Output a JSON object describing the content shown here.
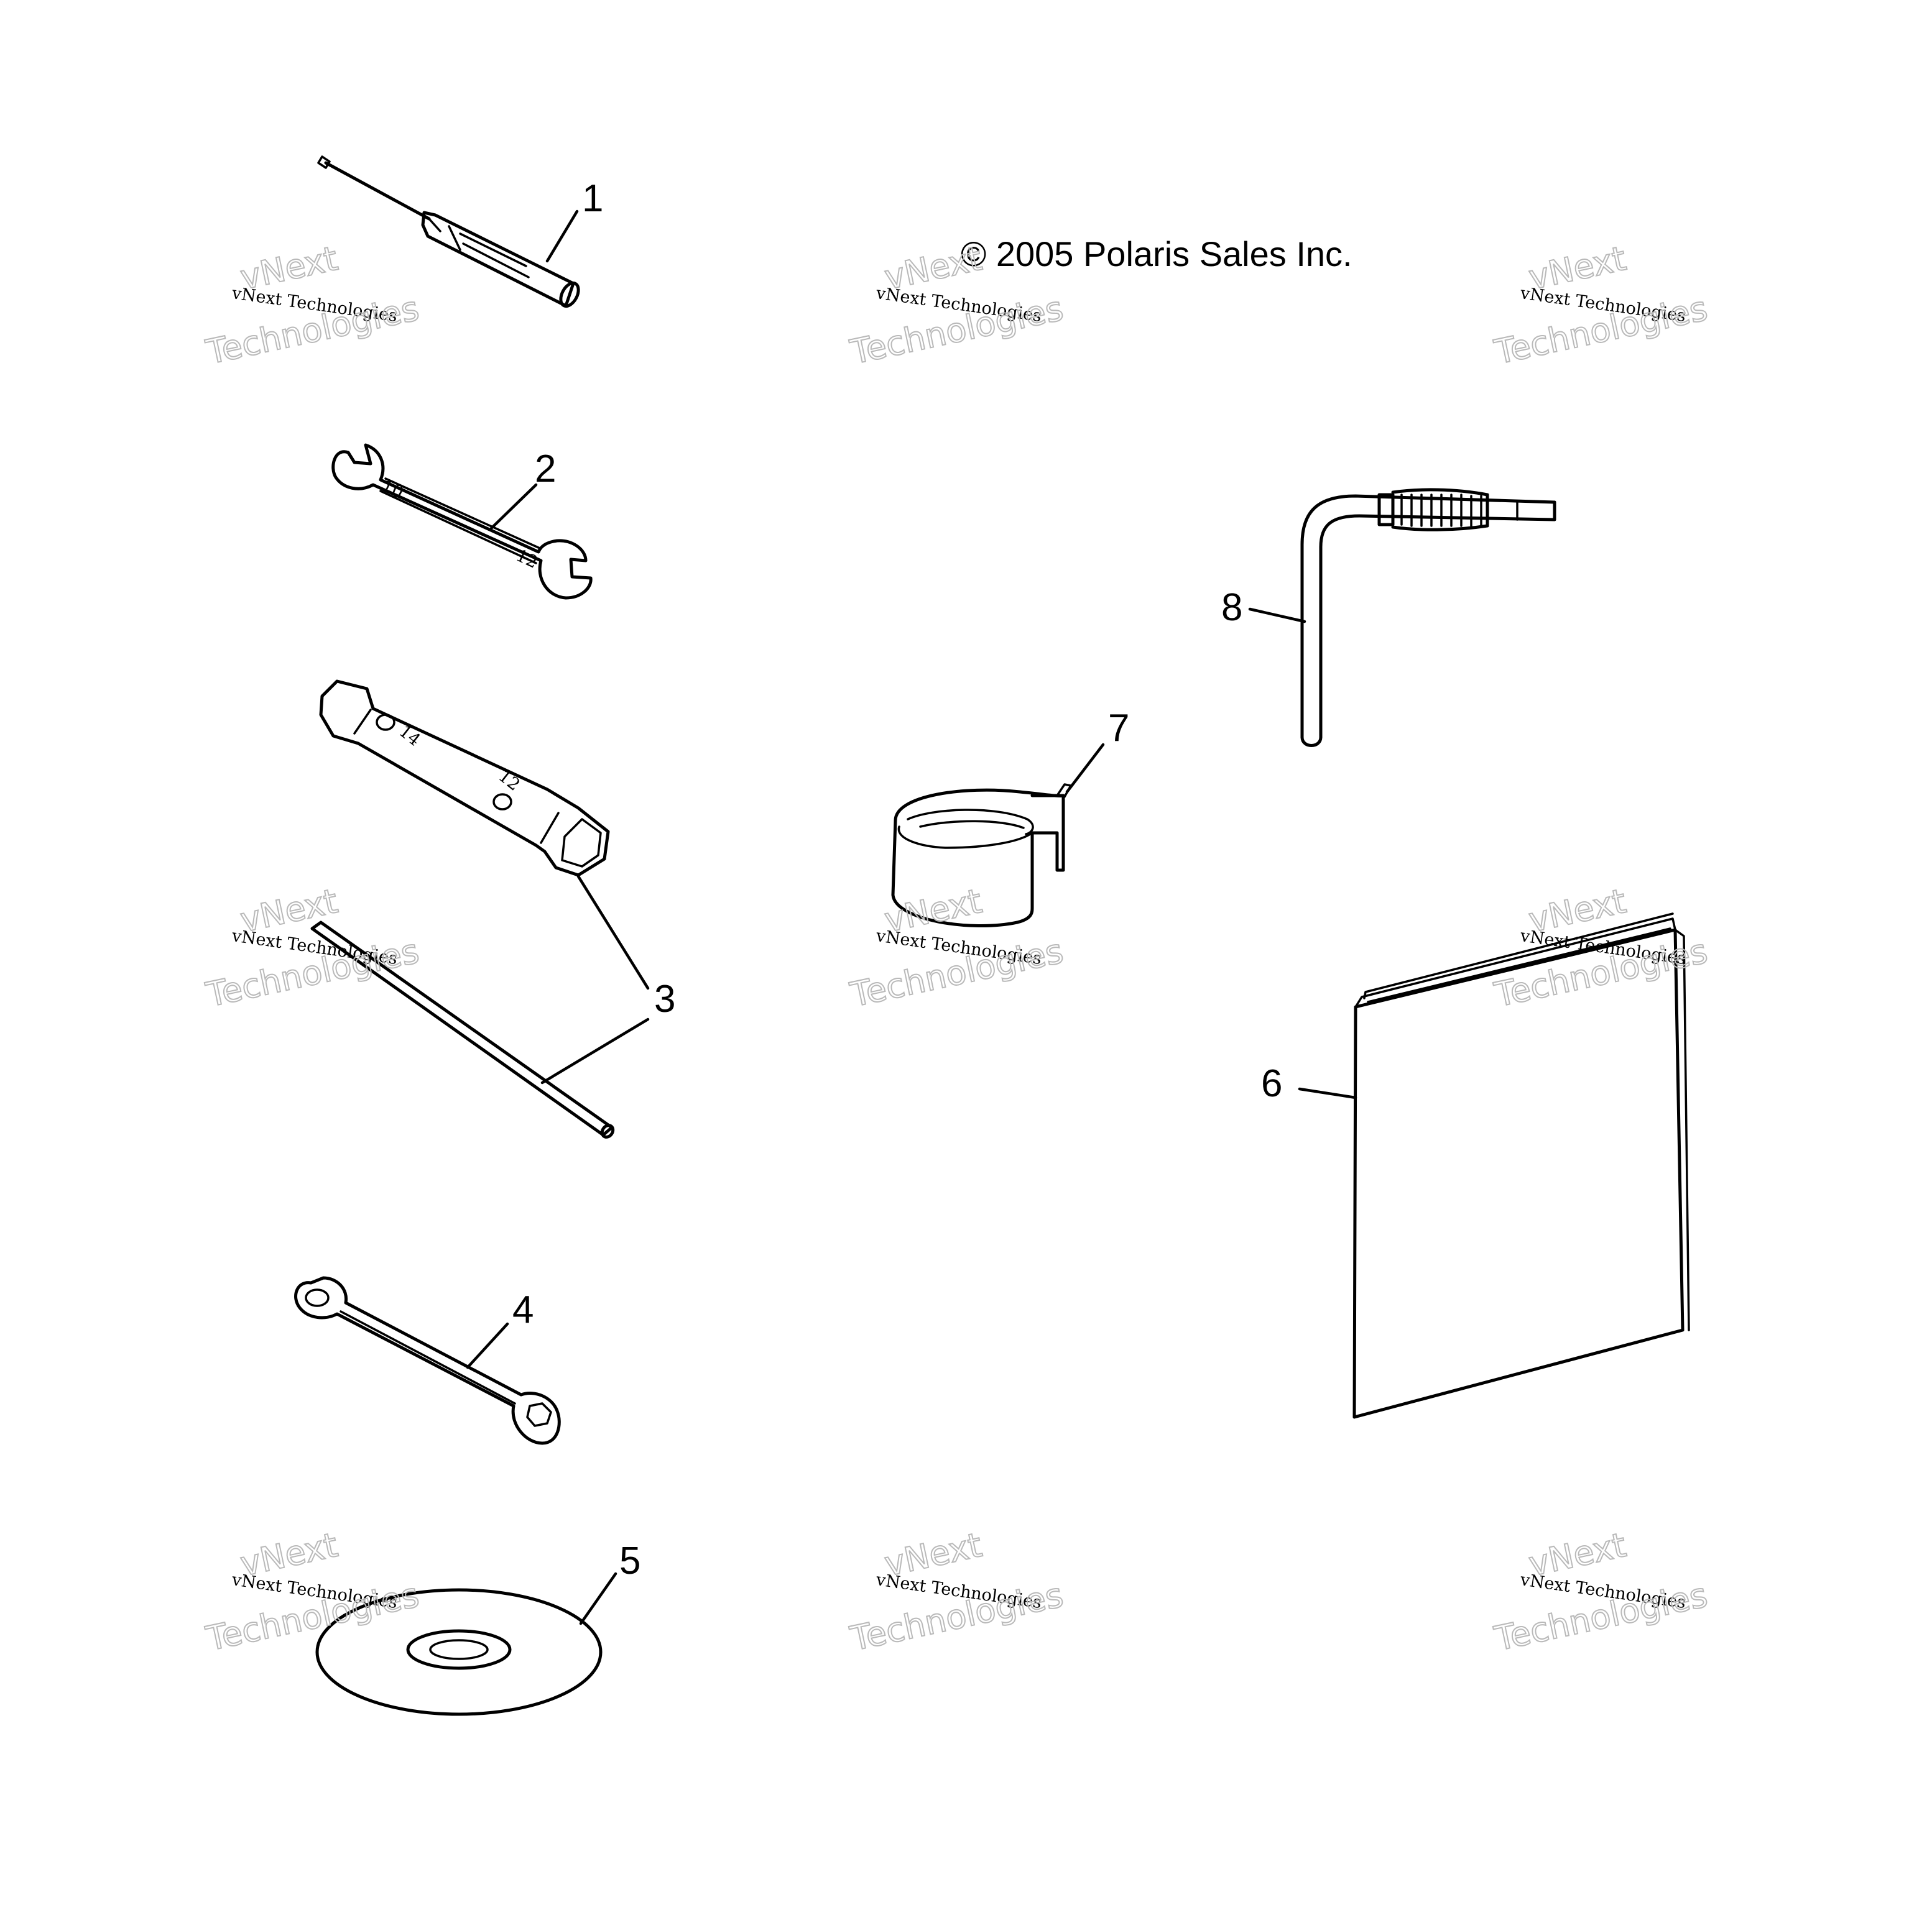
{
  "copyright": "© 2005 Polaris Sales Inc.",
  "callouts": [
    "1",
    "2",
    "3",
    "4",
    "5",
    "6",
    "7",
    "8"
  ],
  "watermark": {
    "line_small": "vNext Technologies",
    "line_top": "vNext",
    "line_bottom": "Technologies"
  },
  "parts": [
    {
      "callout": "1",
      "icon": "screwdriver-icon"
    },
    {
      "callout": "2",
      "icon": "open-end-wrench-icon"
    },
    {
      "callout": "3",
      "icon": "tube-socket-wrench-and-bar-icon"
    },
    {
      "callout": "4",
      "icon": "box-end-wrench-icon"
    },
    {
      "callout": "5",
      "icon": "disc-icon"
    },
    {
      "callout": "6",
      "icon": "manual-booklet-icon"
    },
    {
      "callout": "7",
      "icon": "strap-roll-icon"
    },
    {
      "callout": "8",
      "icon": "l-handle-tool-icon"
    }
  ]
}
